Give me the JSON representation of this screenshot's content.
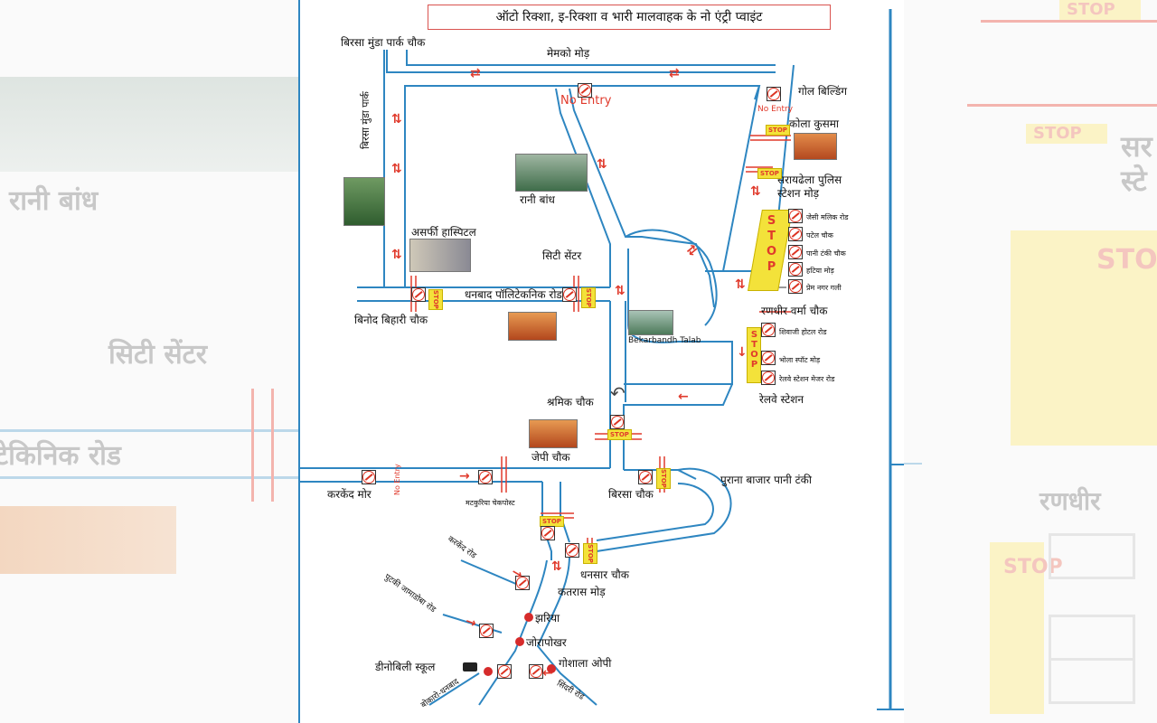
{
  "title": "ऑटो रिक्शा, इ-रिक्शा व भारी मालवाहक के नो एंट्री प्वाइंट",
  "colors": {
    "road": "#2e86c1",
    "accent": "#e03a2c",
    "stop_fill": "#f3e23a",
    "border_blue": "#2e86c1"
  },
  "labels": {
    "birsa_munda_park_chowk": "बिरसा मुंडा पार्क चौक",
    "memko_mod": "मेमको मोड़",
    "gol_building": "गोल बिल्डिंग",
    "no_entry_1": "No Entry",
    "no_entry_2": "No Entry",
    "no_entry_3": "No Entry",
    "kola_kusma": "कोला कुसमा",
    "saraidhela_1": "सरायढेला पुलिस",
    "saraidhela_2": "स्टेशन मोड़",
    "birsa_munda_park_v": "बिरसा मुंडा पार्क",
    "rani_bandh": "रानी बांध",
    "asarfi_hospital": "असर्फी हास्पिटल",
    "city_center": "सिटी सेंटर",
    "dhanbad_polytechnic_road": "धनबाद पॉलिटेकनिक रोड",
    "binod_bihari_chowk": "बिनोद बिहारी चौक",
    "bekarbandh_talab": "Bekarbandh Talab",
    "randhir_verma_chowk": "रणधीर वर्मा चौक",
    "railway_station": "रेलवे स्टेशन",
    "shramik_chowk": "श्रमिक चौक",
    "jp_chowk": "जेपी चौक",
    "karkend_mor": "करकेंद मोर",
    "matkuria_checkpost": "मटकुरिया चेकपोस्ट",
    "birsa_chowk": "बिरसा चौक",
    "purana_bazar": "पुराना बाजार पानी टंकी",
    "karkend_road": "करकेंद रोड",
    "dhansar_chowk": "धनसार चौक",
    "katras_mod": "कतरास मोड़",
    "putki_jamadoba": "पुटकी जामाडोबा रोड",
    "jharia": "झरिया",
    "joraphatak": "जोरापोखर",
    "dinobili_school": "डीनोबिली स्कूल",
    "goshala_op": "गोशाला ओपी",
    "bokaro_dhanbad": "बोकारो-धनबाद",
    "sindri_road": "सिंदरी रोड"
  },
  "stop_text": {
    "big": "STOP",
    "small": "STOP"
  },
  "saraidhela_list": [
    "जेसी मलिक रोड",
    "पटेल चौक",
    "पानी टंकी चौक",
    "हटिया मोड़",
    "प्रेम नगर गली"
  ],
  "randhir_list": [
    "शिवाजी होटल रोड",
    "भोला स्पॉट मोड़",
    "रेलवे स्टेशन मेजर रोड"
  ],
  "background": {
    "left_rani_bandh": "रानी बांध",
    "left_city_center": "सिटी सेंटर",
    "left_road": "टेकिनिक रोड",
    "right_stop_1": "STOP",
    "right_stop_2": "STOP",
    "right_stop_big": "STOP",
    "right_sa": "सर",
    "right_ste": "स्टे",
    "right_randhir": "रणधीर",
    "right_stop_vert": "STOP"
  },
  "icons": [
    "no-entry-icon",
    "school-bus-icon",
    "u-turn-icon"
  ]
}
